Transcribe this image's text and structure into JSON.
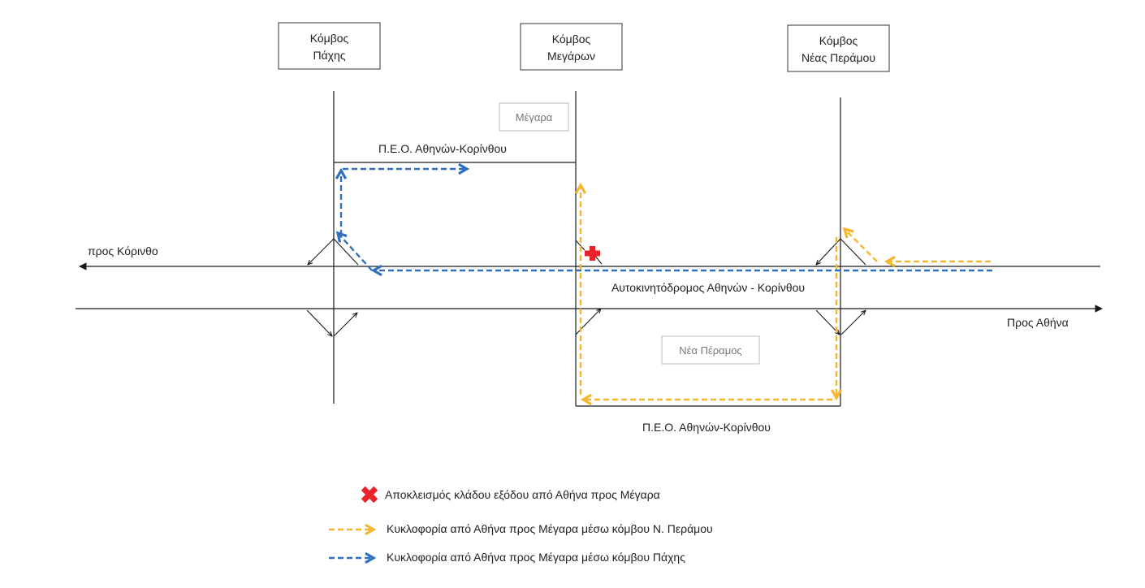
{
  "nodes": [
    {
      "id": "pachi",
      "line1": "Κόμβος",
      "line2": "Πάχης"
    },
    {
      "id": "megara",
      "line1": "Κόμβος",
      "line2": "Μεγάρων"
    },
    {
      "id": "nea_peramos",
      "line1": "Κόμβος",
      "line2": "Νέας Περάμου"
    }
  ],
  "towns": {
    "megara": "Μέγαρα",
    "nea_peramos": "Νέα Πέραμος"
  },
  "roads": {
    "peo_top": "Π.Ε.Ο. Αθηνών-Κορίνθου",
    "peo_bottom": "Π.Ε.Ο. Αθηνών-Κορίνθου",
    "motorway": "Αυτοκινητόδρομος Αθηνών - Κορίνθου",
    "to_corinth": "προς Κόρινθο",
    "to_athens": "Προς Αθήνα"
  },
  "colors": {
    "orange": "#f5b731",
    "blue": "#2e6fbf",
    "red": "#e8232a",
    "line": "#1a1a1a"
  },
  "legend": [
    {
      "icon": "red-cross-icon",
      "text": "Αποκλεισμός κλάδου εξόδου από Αθήνα προς Μέγαρα"
    },
    {
      "icon": "orange-dashed-arrow-icon",
      "text": "Κυκλοφορία από Αθήνα προς Μέγαρα μέσω κόμβου Ν. Περάμου"
    },
    {
      "icon": "blue-dashed-arrow-icon",
      "text": "Κυκλοφορία από Αθήνα προς Μέγαρα μέσω κόμβου Πάχης"
    }
  ]
}
